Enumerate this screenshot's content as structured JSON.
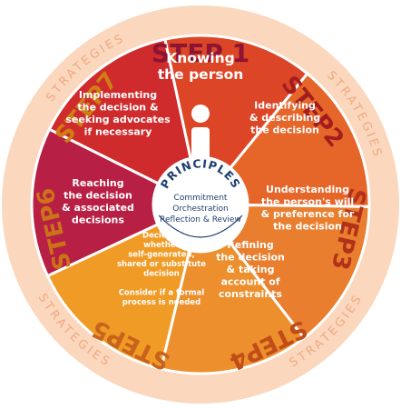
{
  "strategies": [
    "STRATEGIES",
    "STRATEGIES",
    "STRATEGIES",
    "STRATEGIES"
  ],
  "hub": {
    "title": "PRINCIPLES",
    "lines": [
      "Commitment",
      "Orchestration",
      "Reflection & Review"
    ]
  },
  "steps": [
    {
      "ghost": "STEP 1",
      "lines": [
        "Knowing",
        "the person"
      ],
      "color": "#b81f44",
      "ghost_color": "#8d1433"
    },
    {
      "ghost": "STEP2",
      "lines": [
        "Identifying",
        "& describing",
        "the decision"
      ],
      "color": "#cf2a2c",
      "ghost_color": "#a31d1e"
    },
    {
      "ghost": "STEP3",
      "lines": [
        "Understanding",
        "the person's will",
        "& preference for",
        "the decision"
      ],
      "color": "#dc4526",
      "ghost_color": "#b1311a"
    },
    {
      "ghost": "STEP4",
      "lines": [
        "Refining",
        "the decision",
        "& taking",
        "account of",
        "constraints"
      ],
      "color": "#e66528",
      "ghost_color": "#c04c18"
    },
    {
      "ghost": "STEP5",
      "lines": [
        "Deciding",
        "whether",
        "self-generated,",
        "shared or substitute",
        "decision",
        "",
        "Consider if a formal",
        "process is needed"
      ],
      "color": "#e97e2e",
      "ghost_color": "#c8631c"
    },
    {
      "ghost": "STEP6",
      "lines": [
        "Reaching",
        "the decision",
        "& associated",
        "decisions"
      ],
      "color": "#ec8f2c",
      "ghost_color": "#cc7218"
    },
    {
      "ghost": "STEP7",
      "lines": [
        "Implementing",
        "the decision &",
        "seeking advocates",
        "if necessary"
      ],
      "color": "#f09b26",
      "ghost_color": "#d07e12"
    }
  ],
  "colors": {
    "outer_ring": "#fbd7bd",
    "ring_text": "#f1a880",
    "hub_fill": "#ffffff",
    "hub_text": "#1f3f6e",
    "icon": "#ffffff"
  }
}
